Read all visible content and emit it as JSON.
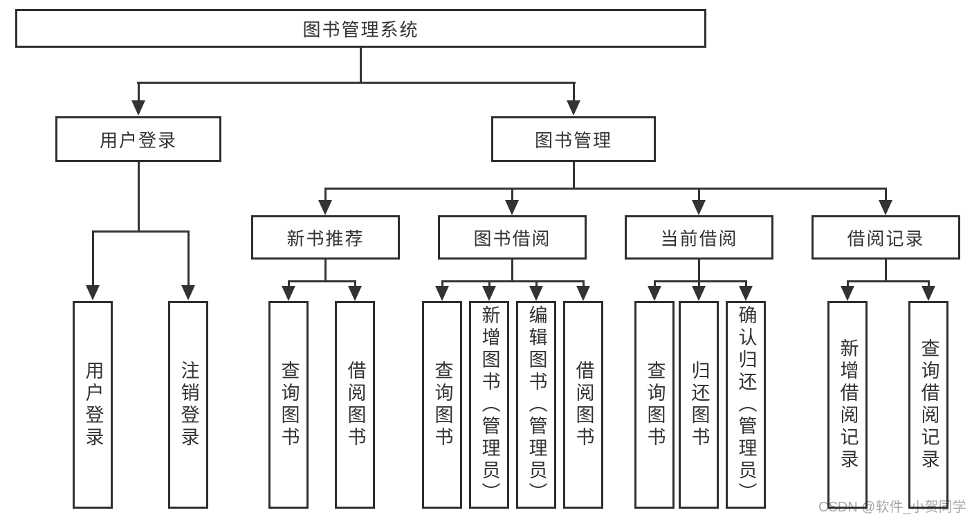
{
  "tree": {
    "label": "图书管理系统",
    "children": [
      {
        "label": "用户登录",
        "children": [
          {
            "label": "用户登录"
          },
          {
            "label": "注销登录"
          }
        ]
      },
      {
        "label": "图书管理",
        "children": [
          {
            "label": "新书推荐",
            "children": [
              {
                "label": "查询图书"
              },
              {
                "label": "借阅图书"
              }
            ]
          },
          {
            "label": "图书借阅",
            "children": [
              {
                "label": "查询图书"
              },
              {
                "label": "新增图书（管理员）"
              },
              {
                "label": "编辑图书（管理员）"
              },
              {
                "label": "借阅图书"
              }
            ]
          },
          {
            "label": "当前借阅",
            "children": [
              {
                "label": "查询图书"
              },
              {
                "label": "归还图书"
              },
              {
                "label": "确认归还（管理员）"
              }
            ]
          },
          {
            "label": "借阅记录",
            "children": [
              {
                "label": "新增借阅记录"
              },
              {
                "label": "查询借阅记录"
              }
            ]
          }
        ]
      }
    ]
  },
  "watermark": {
    "text": "CSDN @软件_小贺同学"
  },
  "colors": {
    "line": "#333333",
    "box_border": "#2e2e2e",
    "box_fill": "#ffffff",
    "text": "#333333",
    "background": "#ffffff",
    "watermark": "#a8a8a8"
  }
}
